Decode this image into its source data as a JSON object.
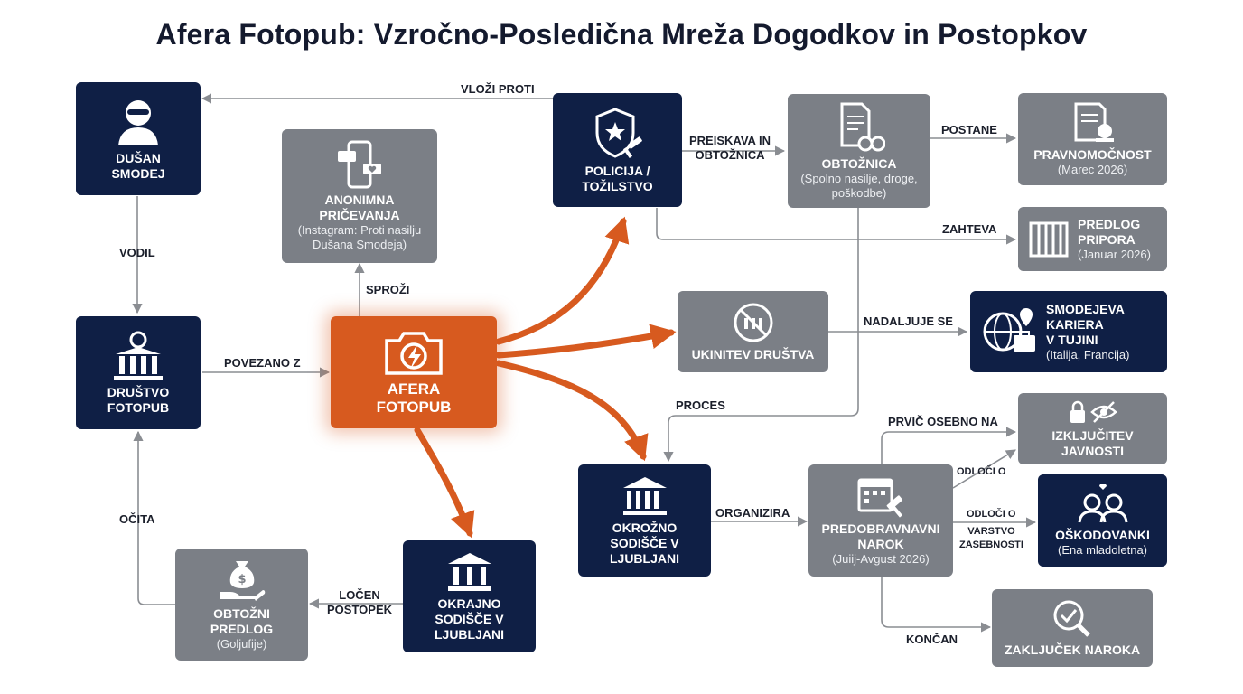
{
  "title": "Afera Fotopub: Vzročno-Posledična Mreža Dogodkov in Postopkov",
  "colors": {
    "navy": "#0f1f45",
    "gray": "#7b7f86",
    "orange": "#d75a1f",
    "line": "#8a8d92"
  },
  "nodes": {
    "dusan": {
      "title": "DUŠAN\nSMODEJ",
      "icon": "person-icon"
    },
    "anonimna": {
      "title": "ANONIMNA\nPRIČEVANJA",
      "sub": "(Instagram: Proti nasilju\nDušana Smodeja)",
      "icon": "phone-messages-icon"
    },
    "policija": {
      "title": "POLICIJA /\nTOŽILSTVO",
      "icon": "police-shield-icon"
    },
    "obtoznica": {
      "title": "OBTOŽNICA",
      "sub": "(Spolno nasilje, droge,\npoškodbe)",
      "icon": "document-handcuffs-icon"
    },
    "pravnomocnost": {
      "title": "PRAVNOMOČNOST",
      "sub": "(Marec 2026)",
      "icon": "certificate-icon"
    },
    "predlog_pripora": {
      "title": "PREDLOG\nPRIPORA",
      "sub": "(Januar 2026)",
      "icon": "jail-icon"
    },
    "drustvo": {
      "title": "DRUŠTVO\nFOTOPUB",
      "icon": "building-camera-icon"
    },
    "afera": {
      "title": "AFERA\nFOTOPUB",
      "icon": "camera-lightning-icon"
    },
    "ukinitev": {
      "title": "UKINITEV DRUŠTVA",
      "icon": "prohibited-building-icon"
    },
    "kariera": {
      "title": "SMODEJEVA\nKARIERA\nV TUJINI",
      "sub": "(Italija, Francija)",
      "icon": "globe-suitcase-icon"
    },
    "izkljucitev": {
      "title": "IZKLJUČITEV\nJAVNOSTI",
      "icon": "lock-eye-icon"
    },
    "okrozno": {
      "title": "OKROŽNO\nSODIŠČE V\nLJUBLJANI",
      "icon": "courthouse-icon"
    },
    "predobravnavni": {
      "title": "PREDOBRAVNAVNI\nNAROK",
      "sub": "(Juiij-Avgust 2026)",
      "icon": "calendar-gavel-icon"
    },
    "oskodovanki": {
      "title": "OŠKODOVANKI",
      "sub": "(Ena mladoletna)",
      "icon": "two-women-icon"
    },
    "obtozni_predlog": {
      "title": "OBTOŽNI\nPREDLOG",
      "sub": "(Goljufije)",
      "icon": "money-bag-hand-icon"
    },
    "okrajno": {
      "title": "OKRAJNO\nSODIŠČE V\nLJUBLJANI",
      "icon": "courthouse-icon"
    },
    "zakljucek": {
      "title": "ZAKLJUČEK NAROKA",
      "icon": "magnifier-check-icon"
    }
  },
  "labels": {
    "vlozi_proti": "VLOŽI PROTI",
    "vodil": "VODIL",
    "sprozi": "SPROŽI",
    "preiskava": "PREISKAVA IN\nOBTOŽNICA",
    "postane": "POSTANE",
    "zahteva": "ZAHTEVA",
    "nadaljuje_se": "NADALJUJE SE",
    "povezano_z": "POVEZANO Z",
    "proces": "PROCES",
    "prvic": "PRVIČ OSEBNO NA",
    "odloci_o_1": "ODLOČI O",
    "odloci_o_2": "ODLOČI O",
    "varstvo": "VARSTVO\nZASEBNOSTI",
    "organizira": "ORGANIZIRA",
    "ocita": "OČITA",
    "locen": "LOČEN\nPOSTOPEK",
    "koncan": "KONČAN"
  }
}
